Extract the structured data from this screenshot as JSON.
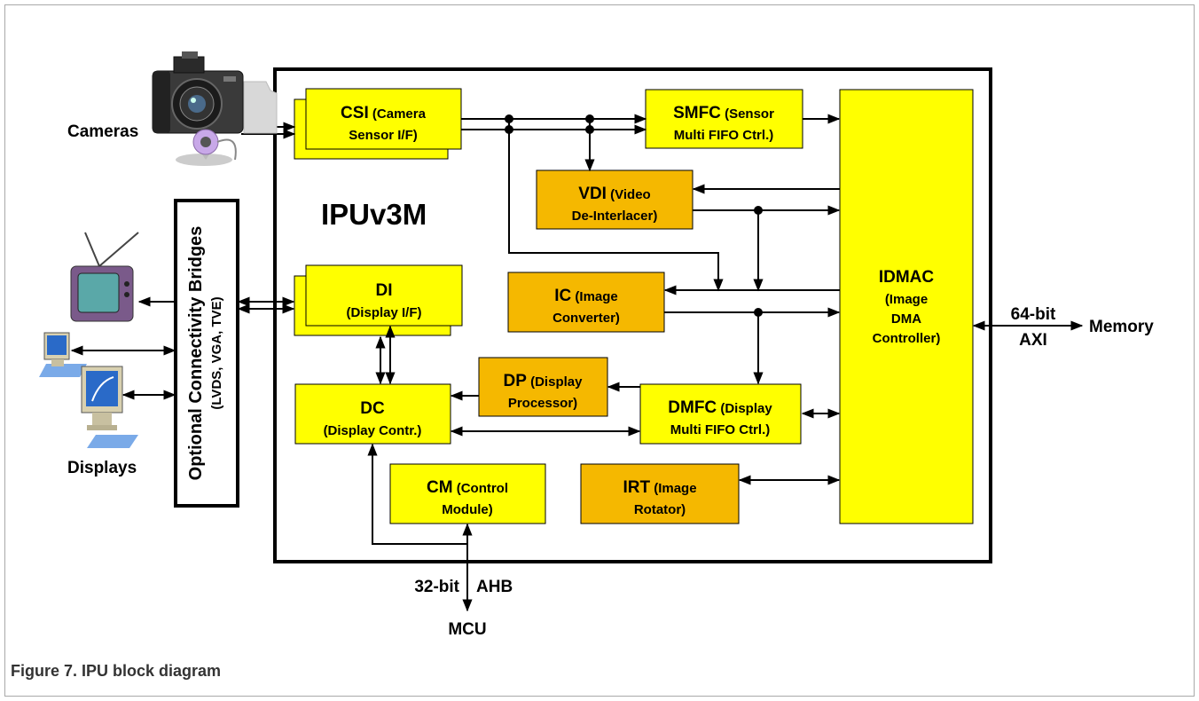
{
  "caption": "Figure 7.  IPU block diagram",
  "diagram": {
    "title": "IPUv3M",
    "bridge": {
      "title": "Optional Connectivity Bridges",
      "subtitle": "(LVDS, VGA, TVE)"
    },
    "external": {
      "cameras": "Cameras",
      "displays": "Displays",
      "memory": "Memory",
      "mcu": "MCU",
      "axi_width": "64-bit",
      "axi": "AXI",
      "ahb_width": "32-bit",
      "ahb": "AHB"
    },
    "blocks": {
      "csi": {
        "name": "CSI",
        "desc1": " (Camera",
        "desc2": "Sensor I/F)"
      },
      "smfc": {
        "name": "SMFC",
        "desc1": " (Sensor",
        "desc2": "Multi FIFO Ctrl.)"
      },
      "vdi": {
        "name": "VDI",
        "desc1": " (Video",
        "desc2": "De-Interlacer)"
      },
      "ic": {
        "name": "IC",
        "desc1": " (Image",
        "desc2": "Converter)"
      },
      "di": {
        "name": "DI",
        "desc2": "(Display I/F)"
      },
      "dp": {
        "name": "DP",
        "desc1": " (Display",
        "desc2": "Processor)"
      },
      "dc": {
        "name": "DC",
        "desc2": "(Display Contr.)"
      },
      "dmfc": {
        "name": "DMFC",
        "desc1": " (Display",
        "desc2": "Multi FIFO Ctrl.)"
      },
      "cm": {
        "name": "CM",
        "desc1": " (Control",
        "desc2": "Module)"
      },
      "irt": {
        "name": "IRT",
        "desc1": " (Image",
        "desc2": "Rotator)"
      },
      "idmac": {
        "l1": "IDMAC",
        "l2": "(Image",
        "l3": "DMA",
        "l4": "Controller)"
      }
    },
    "colors": {
      "yellow": "#ffff00",
      "orange": "#f5b800",
      "outline": "#000000"
    }
  }
}
